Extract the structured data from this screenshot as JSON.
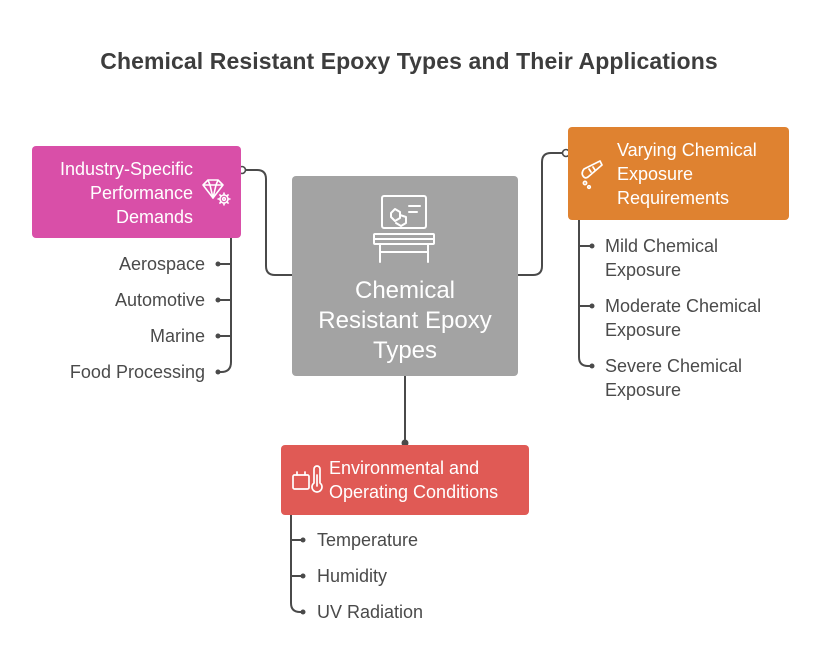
{
  "title": "Chemical Resistant Epoxy Types and Their Applications",
  "center": {
    "line1": "Chemical",
    "line2": "Resistant Epoxy",
    "line3": "Types",
    "icon": "lab-bench-molecule-icon"
  },
  "left": {
    "line1": "Industry-Specific",
    "line2": "Performance",
    "line3": "Demands",
    "icon": "gem-gear-icon",
    "color": "#d94fa8",
    "items": [
      "Aerospace",
      "Automotive",
      "Marine",
      "Food Processing"
    ]
  },
  "right": {
    "line1": "Varying Chemical",
    "line2": "Exposure",
    "line3": "Requirements",
    "icon": "test-tube-icon",
    "color": "#df8230",
    "items": [
      {
        "line1": "Mild Chemical",
        "line2": "Exposure"
      },
      {
        "line1": "Moderate Chemical",
        "line2": "Exposure"
      },
      {
        "line1": "Severe Chemical",
        "line2": "Exposure"
      }
    ]
  },
  "bottom": {
    "line1": "Environmental and",
    "line2": "Operating Conditions",
    "icon": "box-thermometer-icon",
    "color": "#e05a55",
    "items": [
      "Temperature",
      "Humidity",
      "UV Radiation"
    ]
  }
}
